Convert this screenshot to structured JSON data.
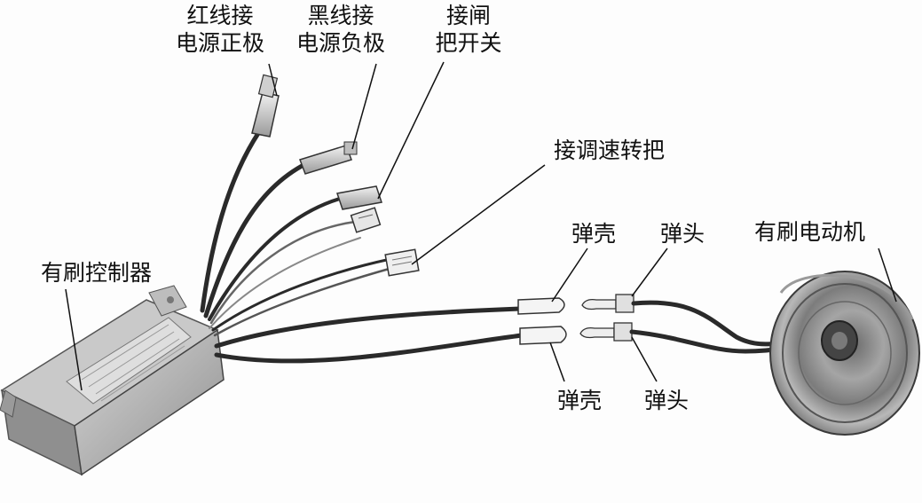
{
  "labels": {
    "red_wire": {
      "line1": "红线接",
      "line2": "电源正极"
    },
    "black_wire": {
      "line1": "黑线接",
      "line2": "电源负极"
    },
    "brake_switch": {
      "line1": "接闸",
      "line2": "把开关"
    },
    "throttle": "接调速转把",
    "controller": "有刷控制器",
    "motor": "有刷电动机",
    "socket_top": "弹壳",
    "plug_top": "弹头",
    "socket_bottom": "弹壳",
    "plug_bottom": "弹头"
  },
  "colors": {
    "ink": "#111111",
    "wire": "#2a2a2a",
    "controller_body": "#b9b9b9",
    "motor_body": "#8a8a8a"
  }
}
